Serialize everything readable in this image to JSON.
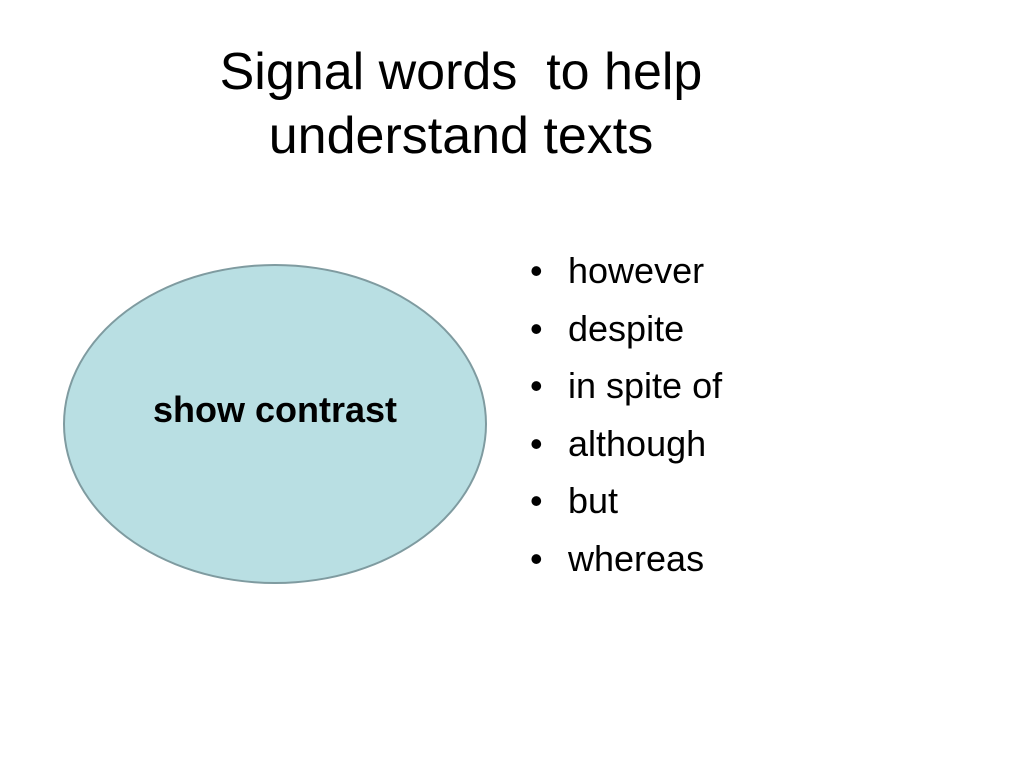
{
  "slide": {
    "title_lines": [
      "Signal words  to help",
      "understand texts"
    ],
    "ellipse_label": "show contrast",
    "bullet_symbol": "•",
    "bullets": [
      "however",
      "despite",
      "in spite of",
      "although",
      "but",
      "whereas"
    ],
    "colors": {
      "ellipse_fill": "#b9dfe3",
      "ellipse_border": "#7f9ba0"
    }
  }
}
